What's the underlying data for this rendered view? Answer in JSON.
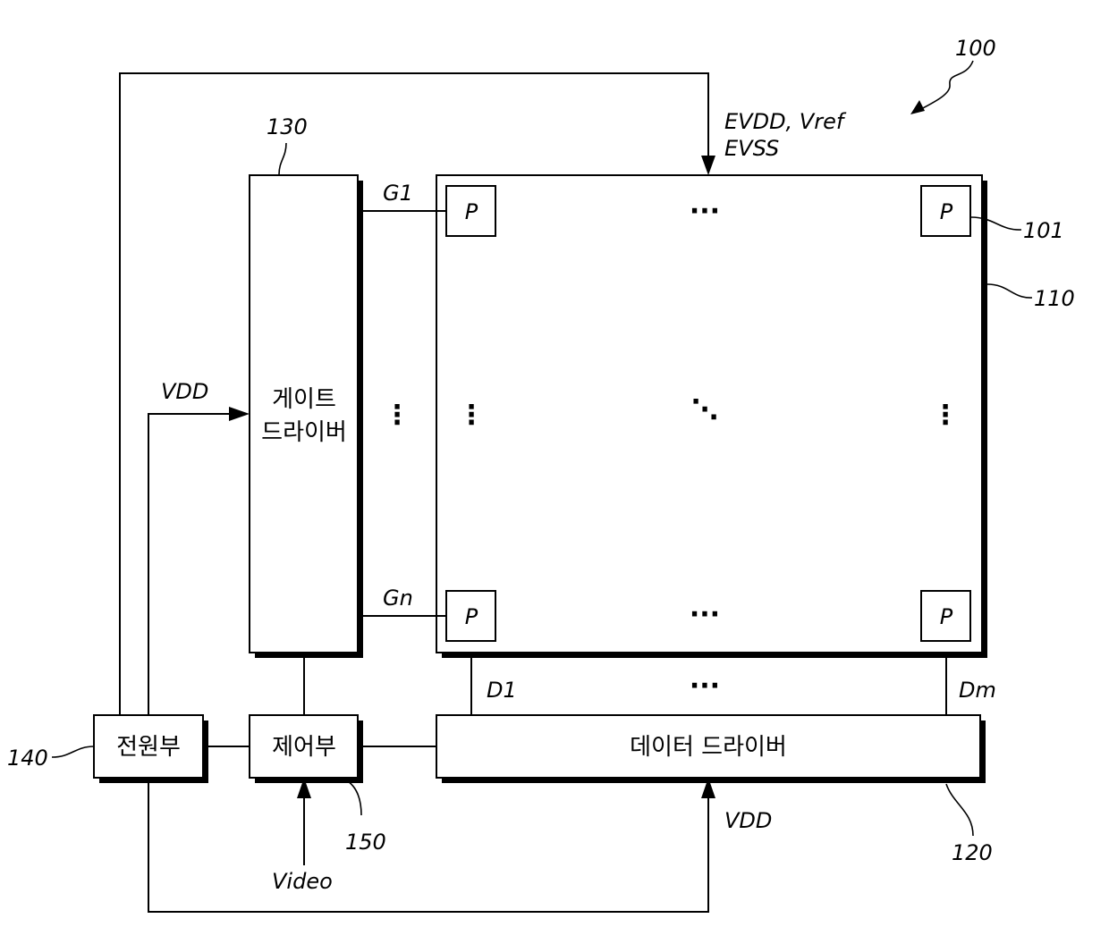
{
  "figure": {
    "ref_main": "100",
    "ref_pixel": "101",
    "ref_panel": "110",
    "ref_data_driver": "120",
    "ref_gate_driver": "130",
    "ref_power": "140",
    "ref_controller": "150"
  },
  "blocks": {
    "gate_driver_line1": "게이트",
    "gate_driver_line2": "드라이버",
    "data_driver": "데이터 드라이버",
    "power_unit": "전원부",
    "controller": "제어부",
    "pixel": "P"
  },
  "signals": {
    "supply_line1": "EVDD, Vref",
    "supply_line2": "EVSS",
    "vdd_gate": "VDD",
    "vdd_data": "VDD",
    "gate_first": "G1",
    "gate_last": "Gn",
    "data_first": "D1",
    "data_last": "Dm",
    "video_in": "Video"
  },
  "ellipsis": {
    "horizontal": "···",
    "vertical": "⋮",
    "diagonal": "⋱"
  }
}
